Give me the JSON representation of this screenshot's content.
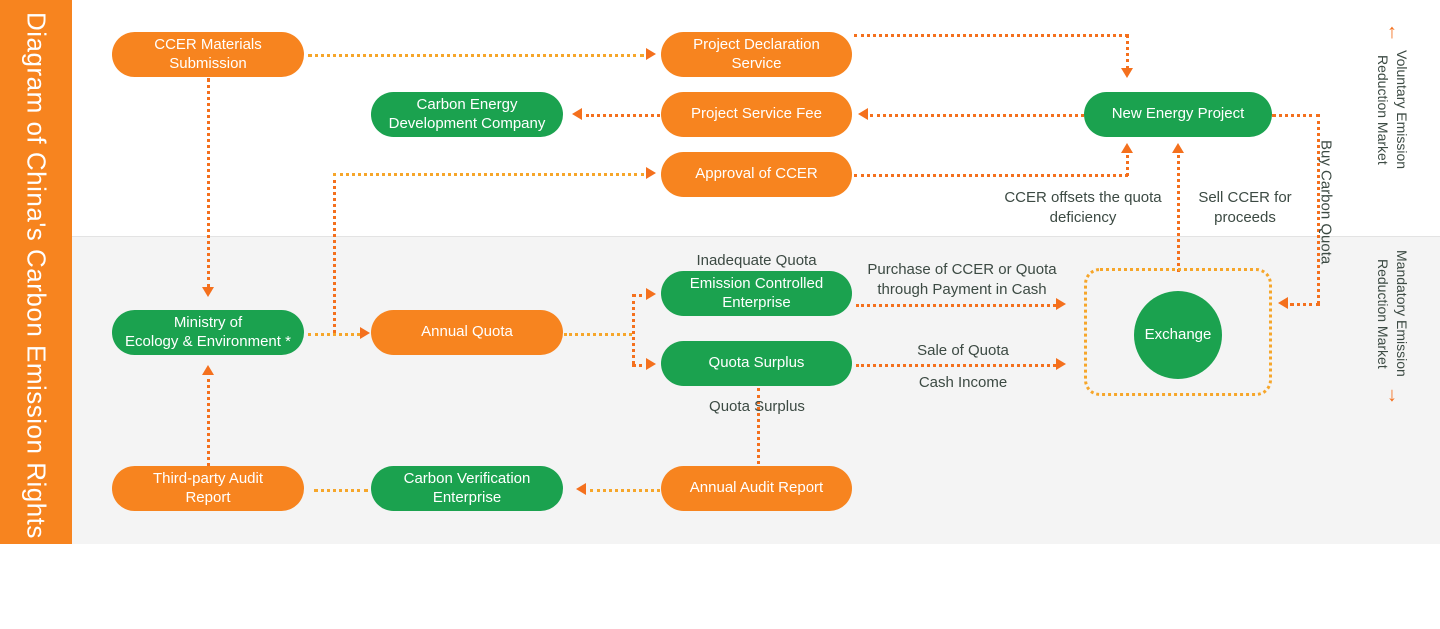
{
  "title": "Diagram of China's Carbon Emission Rights Market",
  "colors": {
    "orange": "#F7841F",
    "green": "#1BA24F",
    "connector_orange": "#F4701D",
    "connector_amber": "#F6A62A",
    "band_top": "#FFFFFF",
    "band_bottom": "#F4F4F4",
    "label_text": "#3C4A43"
  },
  "markets": [
    {
      "name": "voluntary",
      "label": "Voluntary Emission\nReduction Market",
      "arrow": "up-arrow-icon",
      "glyph": "↑"
    },
    {
      "name": "mandatory",
      "label": "Mandatory Emission\nReduction Market",
      "arrow": "down-arrow-icon",
      "glyph": "↓"
    }
  ],
  "nodes": {
    "ccer_materials_submission": "CCER Materials\nSubmission",
    "project_declaration_service": "Project Declaration\nService",
    "carbon_energy_development_company": "Carbon Energy\nDevelopment Company",
    "project_service_fee": "Project Service Fee",
    "approval_of_ccer": "Approval of CCER",
    "new_energy_project": "New Energy Project",
    "ministry_of_ecology_environment": "Ministry of\nEcology & Environment *",
    "annual_quota": "Annual Quota",
    "emission_controlled_enterprise": "Emission Controlled\nEnterprise",
    "quota_surplus": "Quota Surplus",
    "exchange": "Exchange",
    "third_party_audit_report": "Third-party Audit\nReport",
    "carbon_verification_enterprise": "Carbon Verification\nEnterprise",
    "annual_audit_report": "Annual Audit Report"
  },
  "edge_labels": {
    "ccer_offsets": "CCER offsets the quota\ndeficiency",
    "sell_ccer": "Sell CCER for\nproceeds",
    "buy_carbon_quota": "Buy Carbon Quota",
    "inadequate_quota": "Inadequate Quota",
    "purchase_ccer": "Purchase of CCER or Quota\nthrough Payment in Cash",
    "sale_of_quota": "Sale of Quota",
    "cash_income": "Cash Income",
    "quota_surplus_label": "Quota Surplus"
  }
}
